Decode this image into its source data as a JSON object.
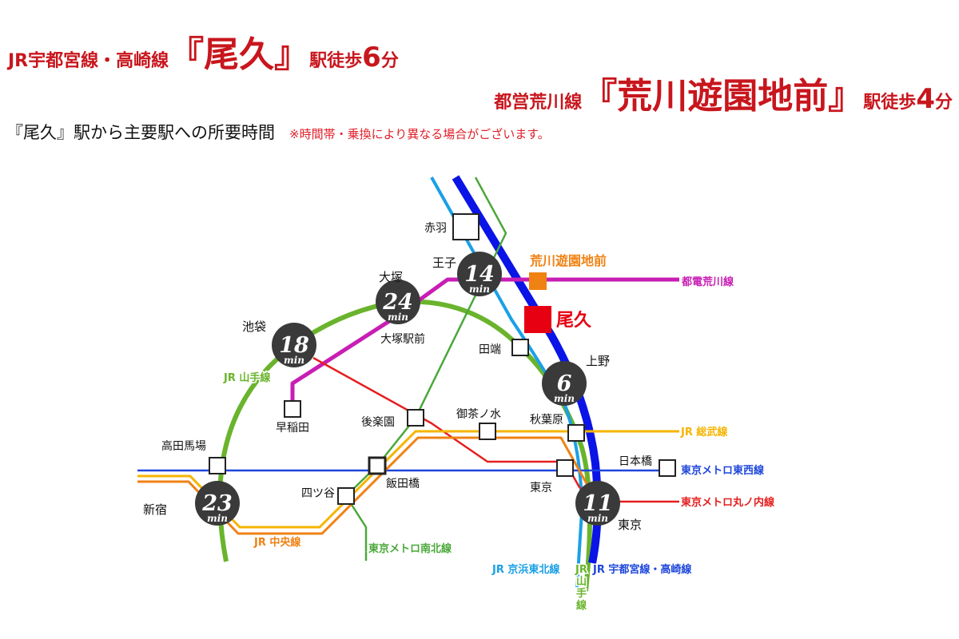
{
  "header": {
    "line1_prefix": "JR宇都宮線・高崎線",
    "line1_station": "『尾久』",
    "line1_walk": "駅徒歩",
    "line1_minutes": "6",
    "line1_unit": "分",
    "line2_prefix": "都営荒川線",
    "line2_station": "『荒川遊園地前』",
    "line2_walk": "駅徒歩",
    "line2_minutes": "4",
    "line2_unit": "分"
  },
  "subtitle": "『尾久』駅から主要駅への所要時間",
  "note": "※時間帯・乗換により異なる場合がございます。",
  "colors": {
    "yamanote": "#6ab42d",
    "keihin": "#1aa0e6",
    "utsunomiya": "#0a14e6",
    "namboku": "#4aa83a",
    "arakawa": "#c81eb4",
    "marunouchi": "#e61e1e",
    "tozai": "#1e46dc",
    "sobu": "#f5b400",
    "chuo": "#f08214",
    "accent": "#c8161d",
    "circle": "#3a3a3a"
  },
  "stations": {
    "akabane": "赤羽",
    "oji": "王子",
    "otsuka": "大塚",
    "otsuka_ekimae": "大塚駅前",
    "ikebukuro": "池袋",
    "tabata": "田端",
    "ueno": "上野",
    "waseda": "早稲田",
    "korakuen": "後楽園",
    "ochanomizu": "御茶ノ水",
    "akihabara": "秋葉原",
    "takadanobaba": "高田馬場",
    "iidabashi": "飯田橋",
    "yotsuya": "四ツ谷",
    "tokyo_metro": "東京",
    "nihombashi": "日本橋",
    "shinjuku": "新宿",
    "tokyo": "東京",
    "arakawa_yuenchimae": "荒川遊園地前",
    "oku": "尾久"
  },
  "times": {
    "oji": "14",
    "otsuka": "24",
    "ikebukuro": "18",
    "ueno": "6",
    "tokyo": "11",
    "shinjuku": "23",
    "unit": "min"
  },
  "lines": {
    "arakawa": "都電荒川線",
    "yamanote": "JR 山手線",
    "sobu": "JR 総武線",
    "tozai": "東京メトロ東西線",
    "marunouchi": "東京メトロ丸ノ内線",
    "chuo": "JR 中央線",
    "namboku": "東京メトロ南北線",
    "keihin": "JR 京浜東北線",
    "yamanote_v1": "JR",
    "yamanote_v2": "山",
    "yamanote_v3": "手",
    "yamanote_v4": "線",
    "utsunomiya": "JR 宇都宮線・高崎線"
  }
}
